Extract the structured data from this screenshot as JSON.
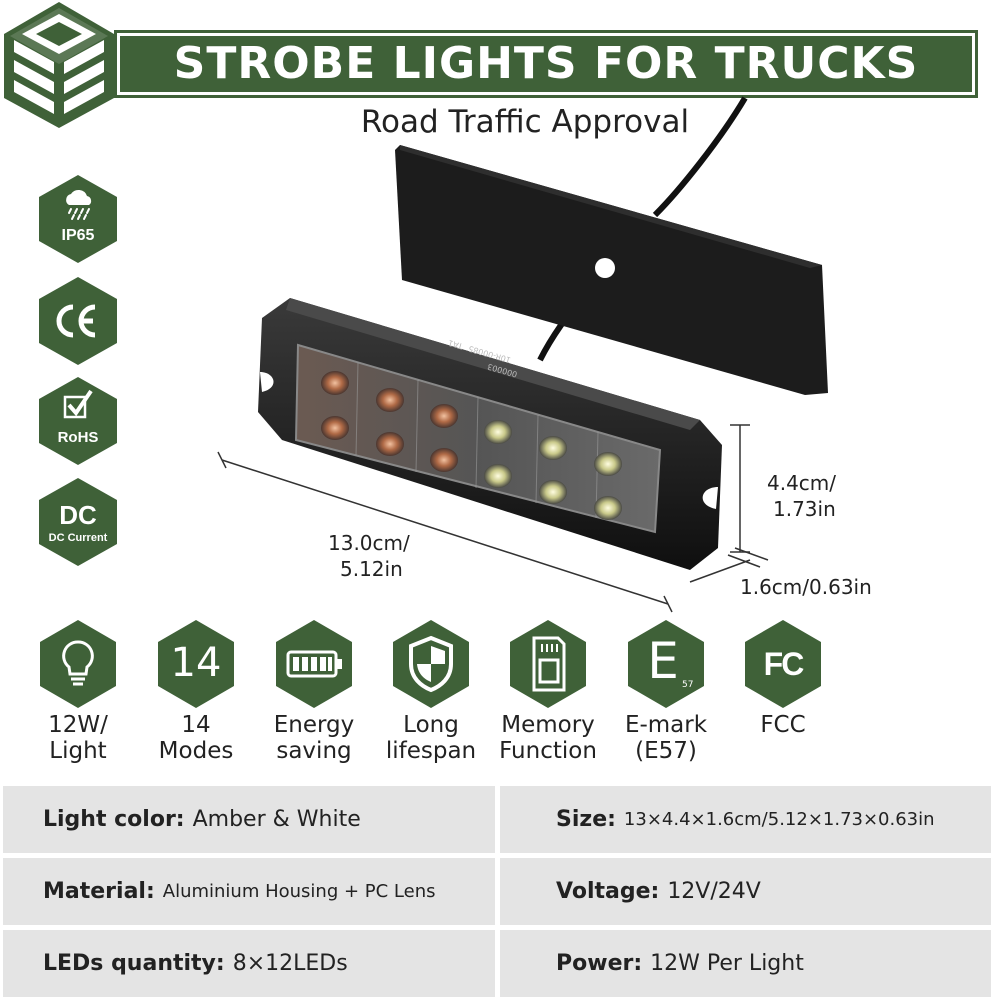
{
  "header": {
    "title": "STROBE LIGHTS FOR TRUCKS",
    "subtitle": "Road Traffic Approval",
    "brand_color": "#3f6138"
  },
  "left_badges": [
    {
      "icon": "rain-cloud-icon",
      "label": "IP65"
    },
    {
      "icon": "ce-mark-icon",
      "label": "CE"
    },
    {
      "icon": "checkbox-icon",
      "label": "RoHS"
    },
    {
      "icon": "dc-icon",
      "label": "DC",
      "sublabel": "DC Current"
    }
  ],
  "dimensions": {
    "length_line1": "13.0cm/",
    "length_line2": "5.12in",
    "height_line1": "4.4cm/",
    "height_line2": "1.73in",
    "depth": "1.6cm/0.63in"
  },
  "product_marks": {
    "cert1": "TA1",
    "code1": "000003",
    "code2": "10R-00085"
  },
  "features": [
    {
      "icon": "bulb-icon",
      "line1": "12W/",
      "line2": "Light"
    },
    {
      "icon": "number-icon",
      "icon_text": "14",
      "line1": "14",
      "line2": "Modes"
    },
    {
      "icon": "battery-icon",
      "line1": "Energy",
      "line2": "saving"
    },
    {
      "icon": "shield-icon",
      "line1": "Long",
      "line2": "lifespan"
    },
    {
      "icon": "memory-card-icon",
      "line1": "Memory",
      "line2": "Function"
    },
    {
      "icon": "emark-icon",
      "icon_text": "E",
      "icon_sub": "57",
      "line1": "E-mark",
      "line2": "(E57)"
    },
    {
      "icon": "fcc-icon",
      "icon_text": "FC",
      "line1": "FCC",
      "line2": ""
    }
  ],
  "specs": [
    {
      "key": "Light color:",
      "value": "Amber & White"
    },
    {
      "key": "Size:",
      "value": "13×4.4×1.6cm/5.12×1.73×0.63in"
    },
    {
      "key": "Material:",
      "value": "Aluminium Housing + PC Lens"
    },
    {
      "key": "Voltage:",
      "value": "12V/24V"
    },
    {
      "key": "LEDs quantity:",
      "value": "8×12LEDs"
    },
    {
      "key": "Power:",
      "value": "12W Per Light"
    }
  ]
}
